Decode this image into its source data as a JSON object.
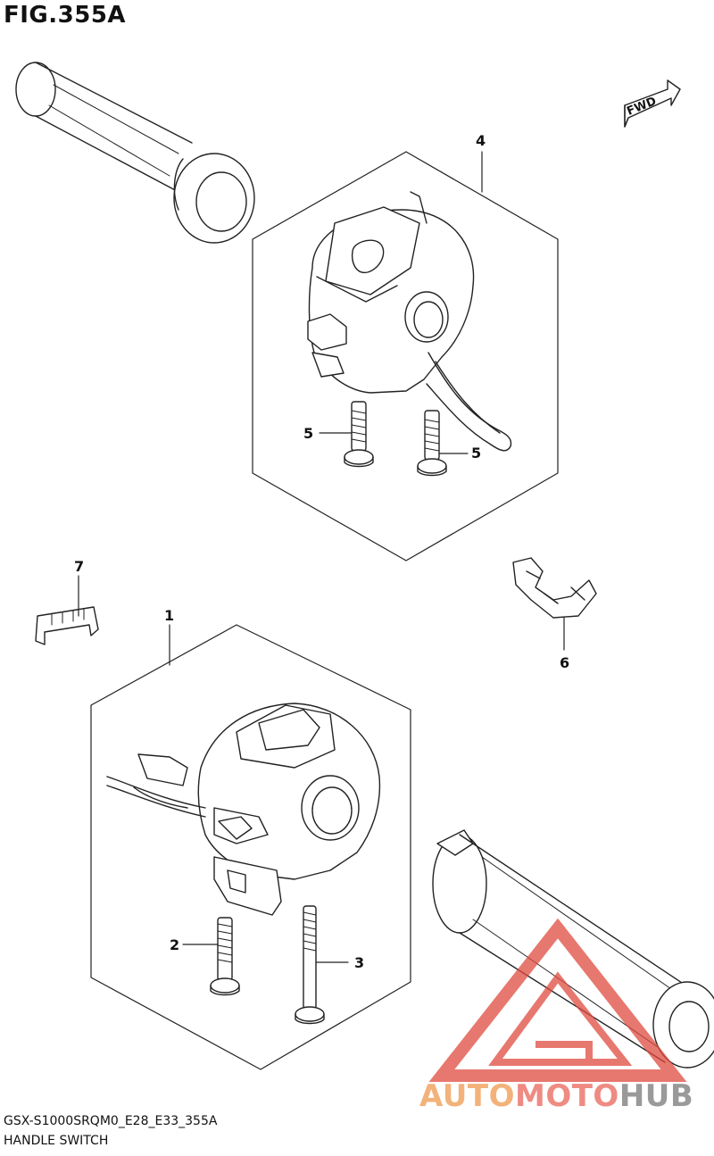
{
  "figure": {
    "title": "FIG.355A"
  },
  "footer": {
    "code": "GSX-S1000SRQM0_E28_E33_355A",
    "name": "HANDLE SWITCH"
  },
  "fwd": {
    "label": "FWD"
  },
  "callouts": {
    "c1": "1",
    "c2": "2",
    "c3": "3",
    "c4": "4",
    "c5a": "5",
    "c5b": "5",
    "c6": "6",
    "c7": "7"
  },
  "watermark": {
    "part1": "AUTO",
    "part2": "MOTO",
    "part3": "HUB"
  },
  "colors": {
    "line": "#222222",
    "watermark_red": "#e04b3f",
    "watermark_orange": "#f3b27a",
    "watermark_gray": "#9a9a9a"
  }
}
